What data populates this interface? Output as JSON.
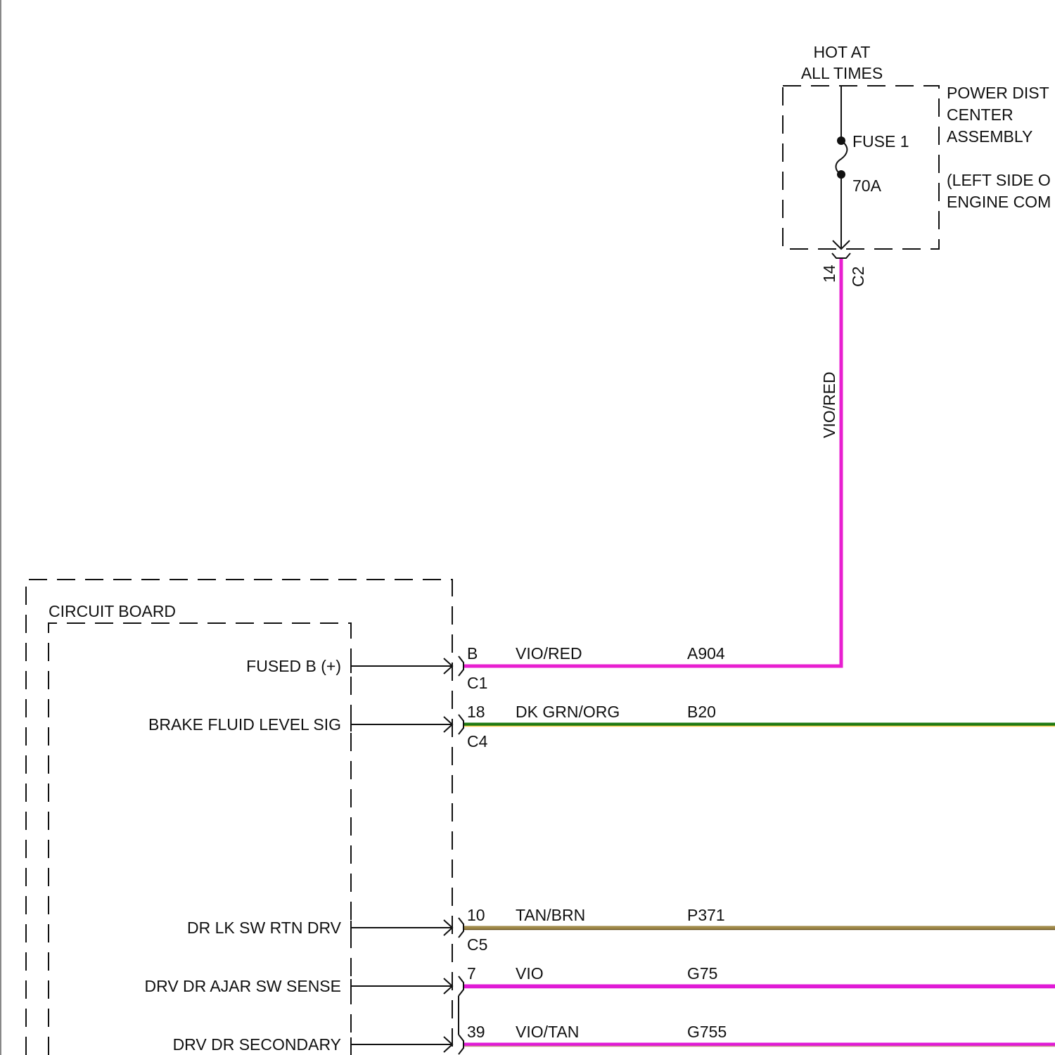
{
  "power_source": {
    "label_line1": "HOT AT",
    "label_line2": "ALL TIMES",
    "component_line1": "POWER DIST",
    "component_line2": "CENTER",
    "component_line3": "ASSEMBLY",
    "location_line1": "(LEFT SIDE O",
    "location_line2": "ENGINE COM",
    "fuse_name": "FUSE 1",
    "fuse_rating": "70A",
    "connector_pin": "14",
    "connector_id": "C2",
    "riser_wire_color_label": "VIO/RED"
  },
  "module": {
    "board_label": "CIRCUIT BOARD"
  },
  "circuits": [
    {
      "signal": "FUSED B (+)",
      "pin": "B",
      "connector": "C1",
      "wire_color": "VIO/RED",
      "circuit_id": "A904",
      "stroke": "#e81fd0",
      "stripe": "#d9148c"
    },
    {
      "signal": "BRAKE FLUID LEVEL SIG",
      "pin": "18",
      "connector": "C4",
      "wire_color": "DK GRN/ORG",
      "circuit_id": "B20",
      "stroke": "#1f7a12",
      "stripe": "#f2c94c"
    },
    {
      "signal": "DR LK SW RTN DRV",
      "pin": "10",
      "connector": "C5",
      "wire_color": "TAN/BRN",
      "circuit_id": "P371",
      "stroke": "#a08a4a",
      "stripe": "#6b5520"
    },
    {
      "signal": "DRV DR AJAR SW SENSE",
      "pin": "7",
      "connector": "",
      "wire_color": "VIO",
      "circuit_id": "G75",
      "stroke": "#e01ad6",
      "stripe": "#e01ad6"
    },
    {
      "signal": "DRV DR SECONDARY",
      "pin": "39",
      "connector": "",
      "wire_color": "VIO/TAN",
      "circuit_id": "G755",
      "stroke": "#e01ad6",
      "stripe": "#c98a8a"
    }
  ]
}
